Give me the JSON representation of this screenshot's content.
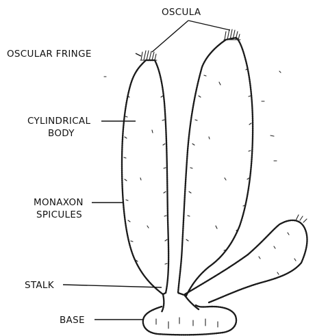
{
  "labels": {
    "oscula": "OSCULA",
    "oscular_fringe": "OSCULAR FRINGE",
    "cylindrical_body_line1": "CYLINDRICAL",
    "cylindrical_body_line2": "BODY",
    "monaxon_spicules_line1": "MONAXON",
    "monaxon_spicules_line2": "SPICULES",
    "stalk": "STALK",
    "base": "BASE"
  },
  "colors": {
    "ink": "#1a1a1a",
    "background": "#ffffff"
  }
}
